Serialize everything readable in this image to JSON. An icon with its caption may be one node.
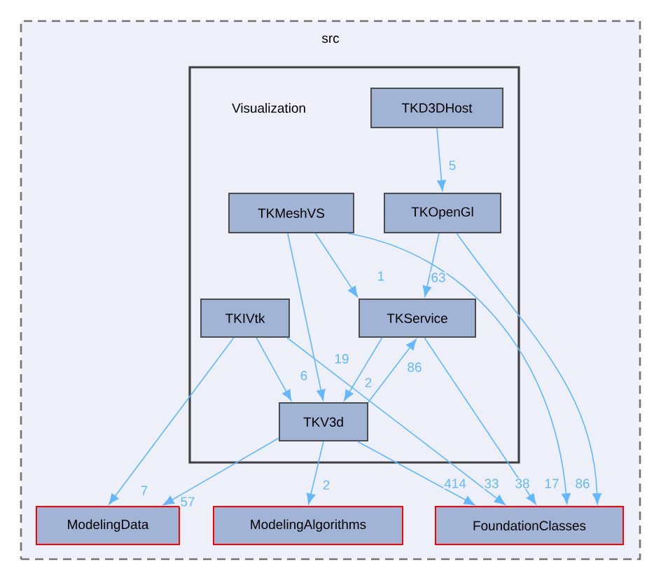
{
  "diagram": {
    "nodes": [
      {
        "text": [
          "src"
        ]
      },
      {
        "text": [
          "Visualization"
        ],
        "in": 0
      },
      {
        "text": [
          "TKD3DHost"
        ],
        "in": 1
      },
      {
        "text": [
          "TKMeshVS"
        ],
        "in": 1
      },
      {
        "text": [
          "TKOpenGl"
        ],
        "in": 1
      },
      {
        "text": [
          "TKIVtk"
        ],
        "in": 1
      },
      {
        "text": [
          "TKService"
        ],
        "in": 1
      },
      {
        "text": [
          "TKV3d"
        ],
        "in": 1
      },
      {
        "text": [
          "ModelingData"
        ],
        "in": 0
      },
      {
        "text": [
          "ModelingAlgorithms"
        ],
        "in": 0
      },
      {
        "text": [
          "FoundationClasses"
        ],
        "in": 0
      }
    ],
    "edges": [
      {
        "from": 2,
        "to": 4,
        "arrow": "to",
        "label": "5"
      },
      {
        "from": 3,
        "to": 6,
        "arrow": "to",
        "label": "1"
      },
      {
        "from": 3,
        "to": 7,
        "arrow": "to",
        "label": "19"
      },
      {
        "from": 3,
        "to": 10,
        "arrow": "to",
        "label": "17"
      },
      {
        "from": 4,
        "to": 6,
        "arrow": "to",
        "label": "63"
      },
      {
        "from": 4,
        "to": 10,
        "arrow": "to",
        "label": "86"
      },
      {
        "from": 5,
        "to": 7,
        "arrow": "to",
        "label": "6"
      },
      {
        "from": 5,
        "to": 8,
        "arrow": "to",
        "label": "7"
      },
      {
        "from": 5,
        "to": 10,
        "arrow": "to",
        "label": "33"
      },
      {
        "from": 6,
        "to": 7,
        "arrow": "to",
        "label": "2"
      },
      {
        "from": 7,
        "to": 6,
        "arrow": "to",
        "label": "86"
      },
      {
        "from": 6,
        "to": 10,
        "arrow": "to",
        "label": "38"
      },
      {
        "from": 7,
        "to": 8,
        "arrow": "to",
        "label": "57"
      },
      {
        "from": 7,
        "to": 9,
        "arrow": "to",
        "label": "2"
      },
      {
        "from": 7,
        "to": 10,
        "arrow": "to",
        "label": "414"
      }
    ]
  }
}
